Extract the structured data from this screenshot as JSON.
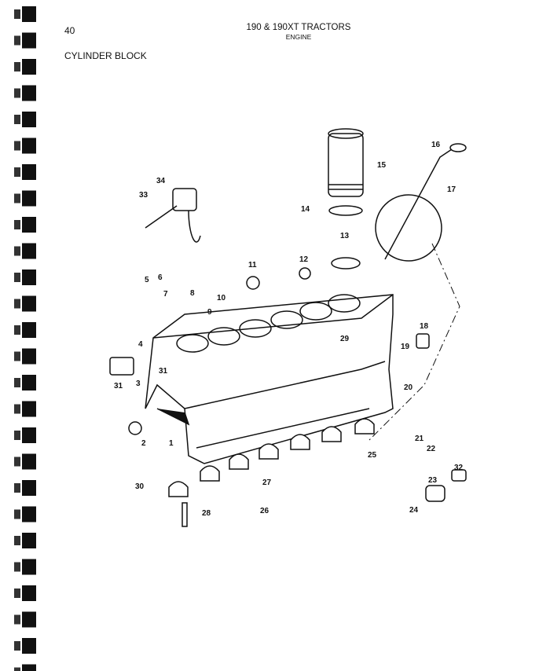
{
  "header": {
    "page_number": "40",
    "title": "190 & 190XT TRACTORS",
    "subtitle": "ENGINE"
  },
  "section_title": "CYLINDER BLOCK",
  "callouts": [
    "1",
    "2",
    "3",
    "4",
    "5",
    "6",
    "7",
    "8",
    "9",
    "10",
    "11",
    "12",
    "13",
    "14",
    "15",
    "16",
    "17",
    "18",
    "19",
    "20",
    "21",
    "22",
    "23",
    "24",
    "25",
    "26",
    "27",
    "28",
    "29",
    "30",
    "31",
    "31",
    "32",
    "33",
    "34"
  ]
}
